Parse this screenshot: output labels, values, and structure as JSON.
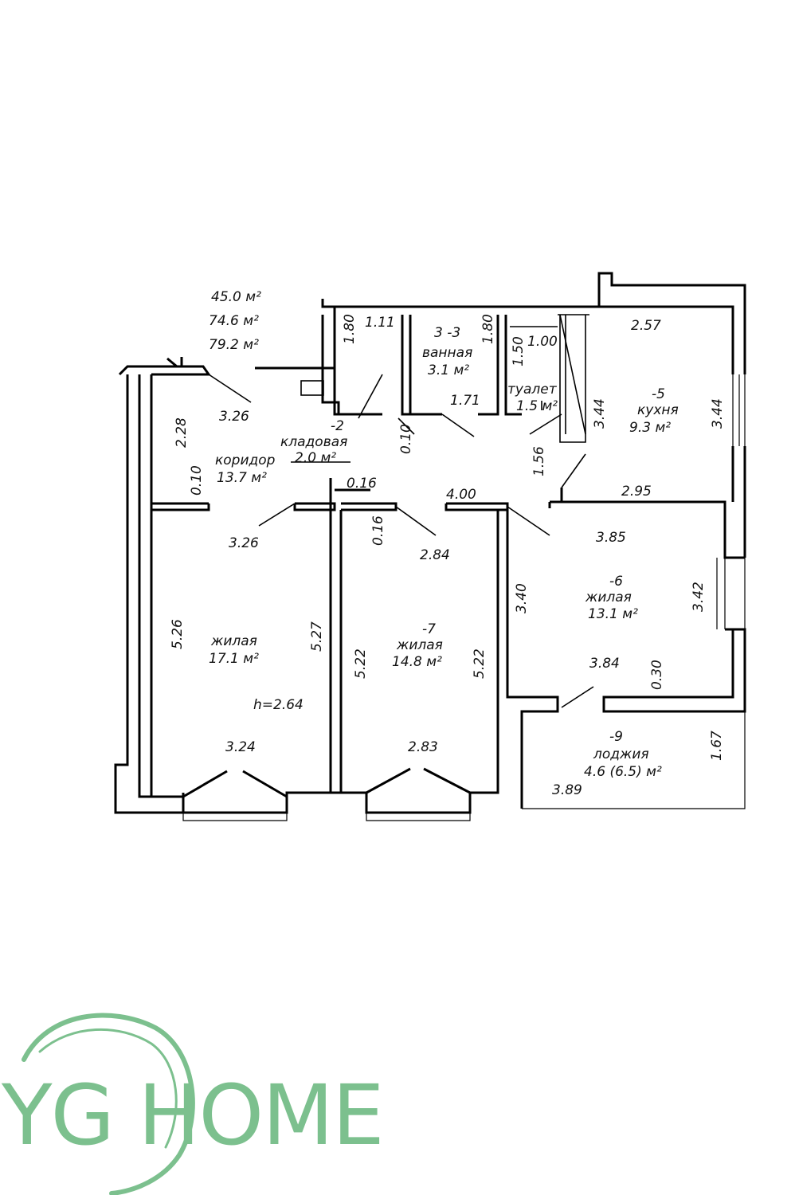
{
  "totals": [
    "45.0 м²",
    "74.6 м²",
    "79.2 м²"
  ],
  "rooms": {
    "storage": {
      "num": "-2",
      "name": "кладовая",
      "area": "2.0 м²"
    },
    "bath": {
      "num": "3 -3",
      "name": "ванная",
      "area": "3.1 м²"
    },
    "toilet": {
      "name": "туалет",
      "area": "1.5 м²"
    },
    "kitchen": {
      "num": "-5",
      "name": "кухня",
      "area": "9.3 м²"
    },
    "corridor": {
      "name": "коридор",
      "area": "13.7 м²"
    },
    "living17": {
      "name": "жилая",
      "area": "17.1 м²"
    },
    "living14": {
      "num": "-7",
      "name": "жилая",
      "area": "14.8 м²"
    },
    "living13": {
      "num": "-6",
      "name": "жилая",
      "area": "13.1  м²"
    },
    "loggia": {
      "num": "-9",
      "name": "лоджия",
      "area": "4.6 (6.5)  м²"
    }
  },
  "ceiling_height": "h=2.64",
  "dims": {
    "d_111": "1.11",
    "d_180a": "1.80",
    "d_180b": "1.80",
    "d_150": "1.50",
    "d_100": "1.00",
    "d_257": "2.57",
    "d_326a": "3.26",
    "d_228": "2.28",
    "d_171": "1.71",
    "d_344a": "3.44",
    "d_344b": "3.44",
    "d_010a": "0.10",
    "d_010b": "0.10",
    "d_156": "1.56",
    "d_016a": "0.16",
    "d_016b": "0.16",
    "d_400": "4.00",
    "d_295": "2.95",
    "d_326b": "3.26",
    "d_284": "2.84",
    "d_385": "3.85",
    "d_340": "3.40",
    "d_342": "3.42",
    "d_526": "5.26",
    "d_527": "5.27",
    "d_522a": "5.22",
    "d_522b": "5.22",
    "d_384": "3.84",
    "d_030": "0.30",
    "d_324": "3.24",
    "d_283": "2.83",
    "d_167": "1.67",
    "d_389": "3.89"
  },
  "logo": {
    "text": "YG HOME",
    "color": "#7cc08e"
  }
}
